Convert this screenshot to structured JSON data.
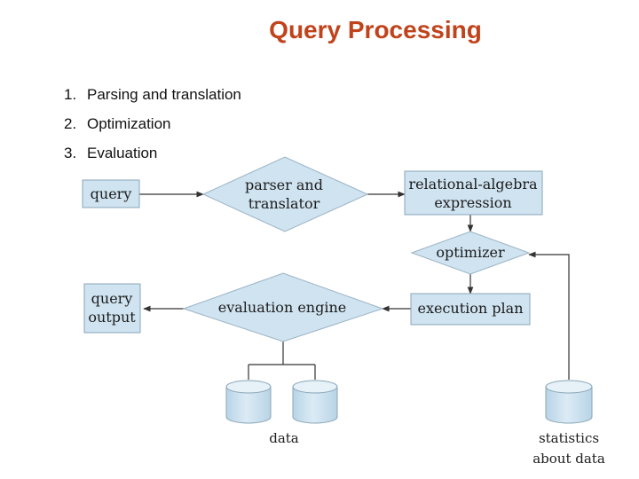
{
  "title": "Query Processing",
  "steps": [
    {
      "num": "1.",
      "label": "Parsing and translation"
    },
    {
      "num": "2.",
      "label": "Optimization"
    },
    {
      "num": "3.",
      "label": "Evaluation"
    }
  ],
  "diagram": {
    "query": "query",
    "parser_line1": "parser and",
    "parser_line2": "translator",
    "rel_alg_line1": "relational-algebra",
    "rel_alg_line2": "expression",
    "optimizer": "optimizer",
    "execution_plan": "execution plan",
    "evaluation_engine": "evaluation engine",
    "query_output_line1": "query",
    "query_output_line2": "output",
    "data": "data",
    "statistics_line1": "statistics",
    "statistics_line2": "about data"
  },
  "colors": {
    "title": "#c0431c",
    "shape_fill": "#cfe3f0"
  }
}
